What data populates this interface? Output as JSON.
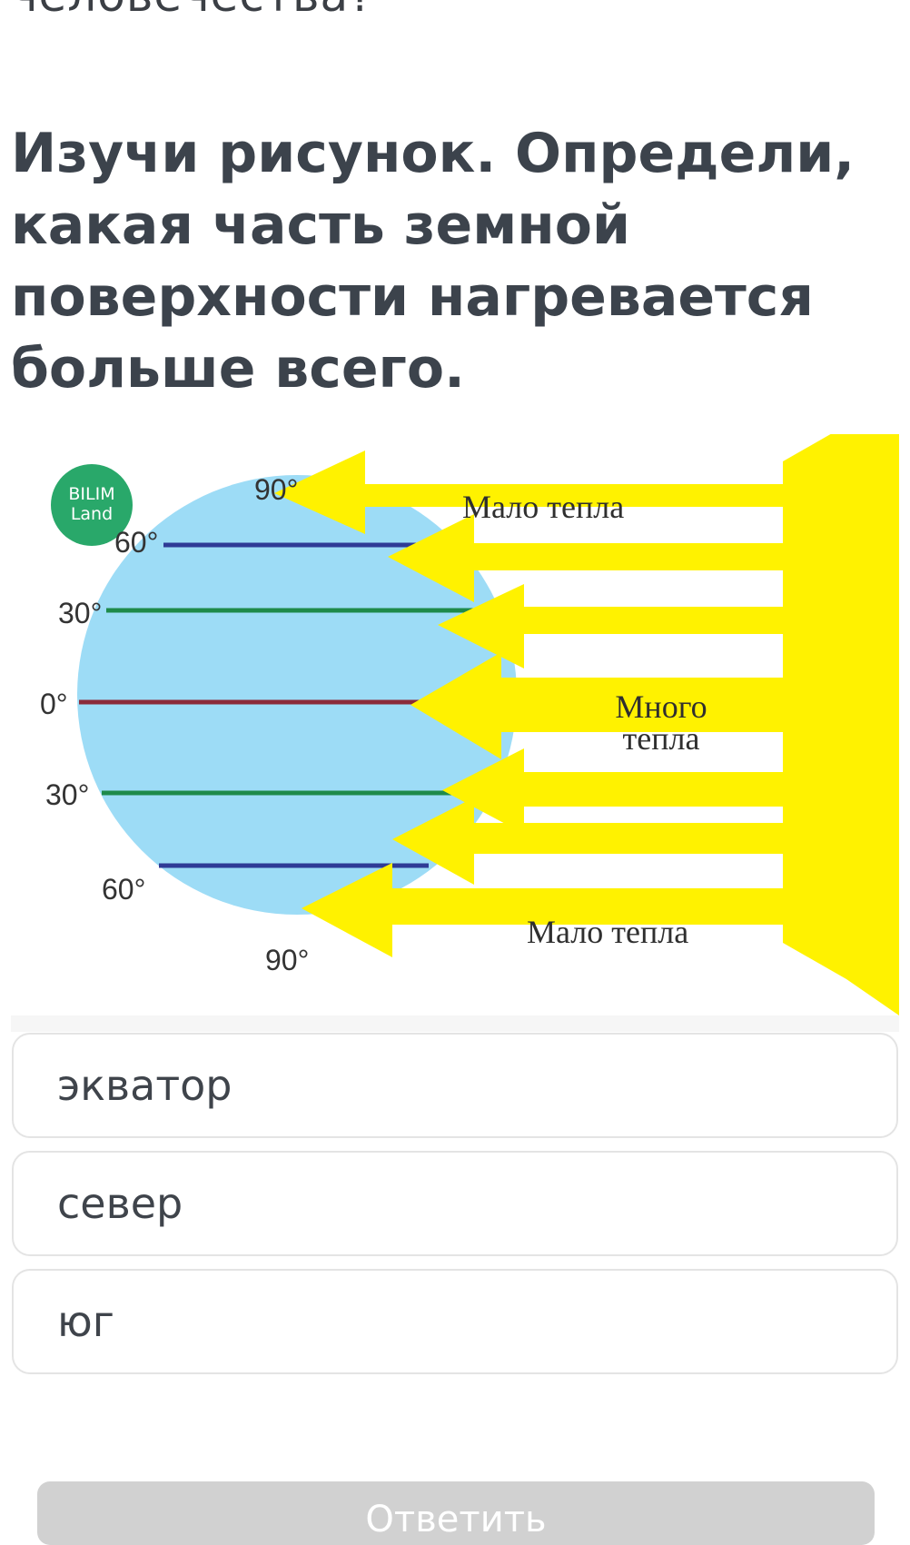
{
  "previous_question_tail": "человечества?",
  "question": {
    "text": "Изучи рисунок. Определи, какая часть земной поверхности нагревается больше всего."
  },
  "figure": {
    "logo": {
      "line1": "BILIM",
      "line2": "Land"
    },
    "latitudes": {
      "north_pole": "90°",
      "north_60": "60°",
      "north_30": "30°",
      "equator": "0°",
      "south_30": "30°",
      "south_60": "60°",
      "south_pole": "90°"
    },
    "captions": {
      "top": "Мало тепла",
      "middle_line1": "Много",
      "middle_line2": "тепла",
      "bottom": "Мало тепла"
    },
    "colors": {
      "globe": "#9ddcf6",
      "sun_rays": "#fff200",
      "polar_circle_lines": "#2f3b96",
      "tropic_lines": "#1e8a4a",
      "equator_line": "#8b2b3a",
      "logo_circle": "#29a86a"
    }
  },
  "answers": [
    {
      "label": "экватор"
    },
    {
      "label": "север"
    },
    {
      "label": "юг"
    }
  ],
  "submit": {
    "label": "Ответить"
  }
}
